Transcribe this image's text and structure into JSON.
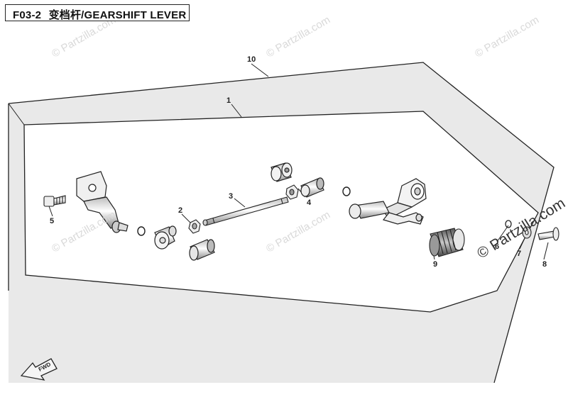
{
  "header": {
    "code": "F03-2",
    "title": "变档杆/GEARSHIFT LEVER"
  },
  "watermark": {
    "text": "© Partzilla.com"
  },
  "callouts": [
    "1",
    "2",
    "3",
    "4",
    "5",
    "6",
    "7",
    "8",
    "9",
    "10"
  ],
  "colors": {
    "frame": "#e9e9e9",
    "line": "#222222",
    "watermark": "#d9d9d9"
  },
  "icons": {
    "direction": "fwd-arrow-icon",
    "direction_label": "FWD"
  }
}
